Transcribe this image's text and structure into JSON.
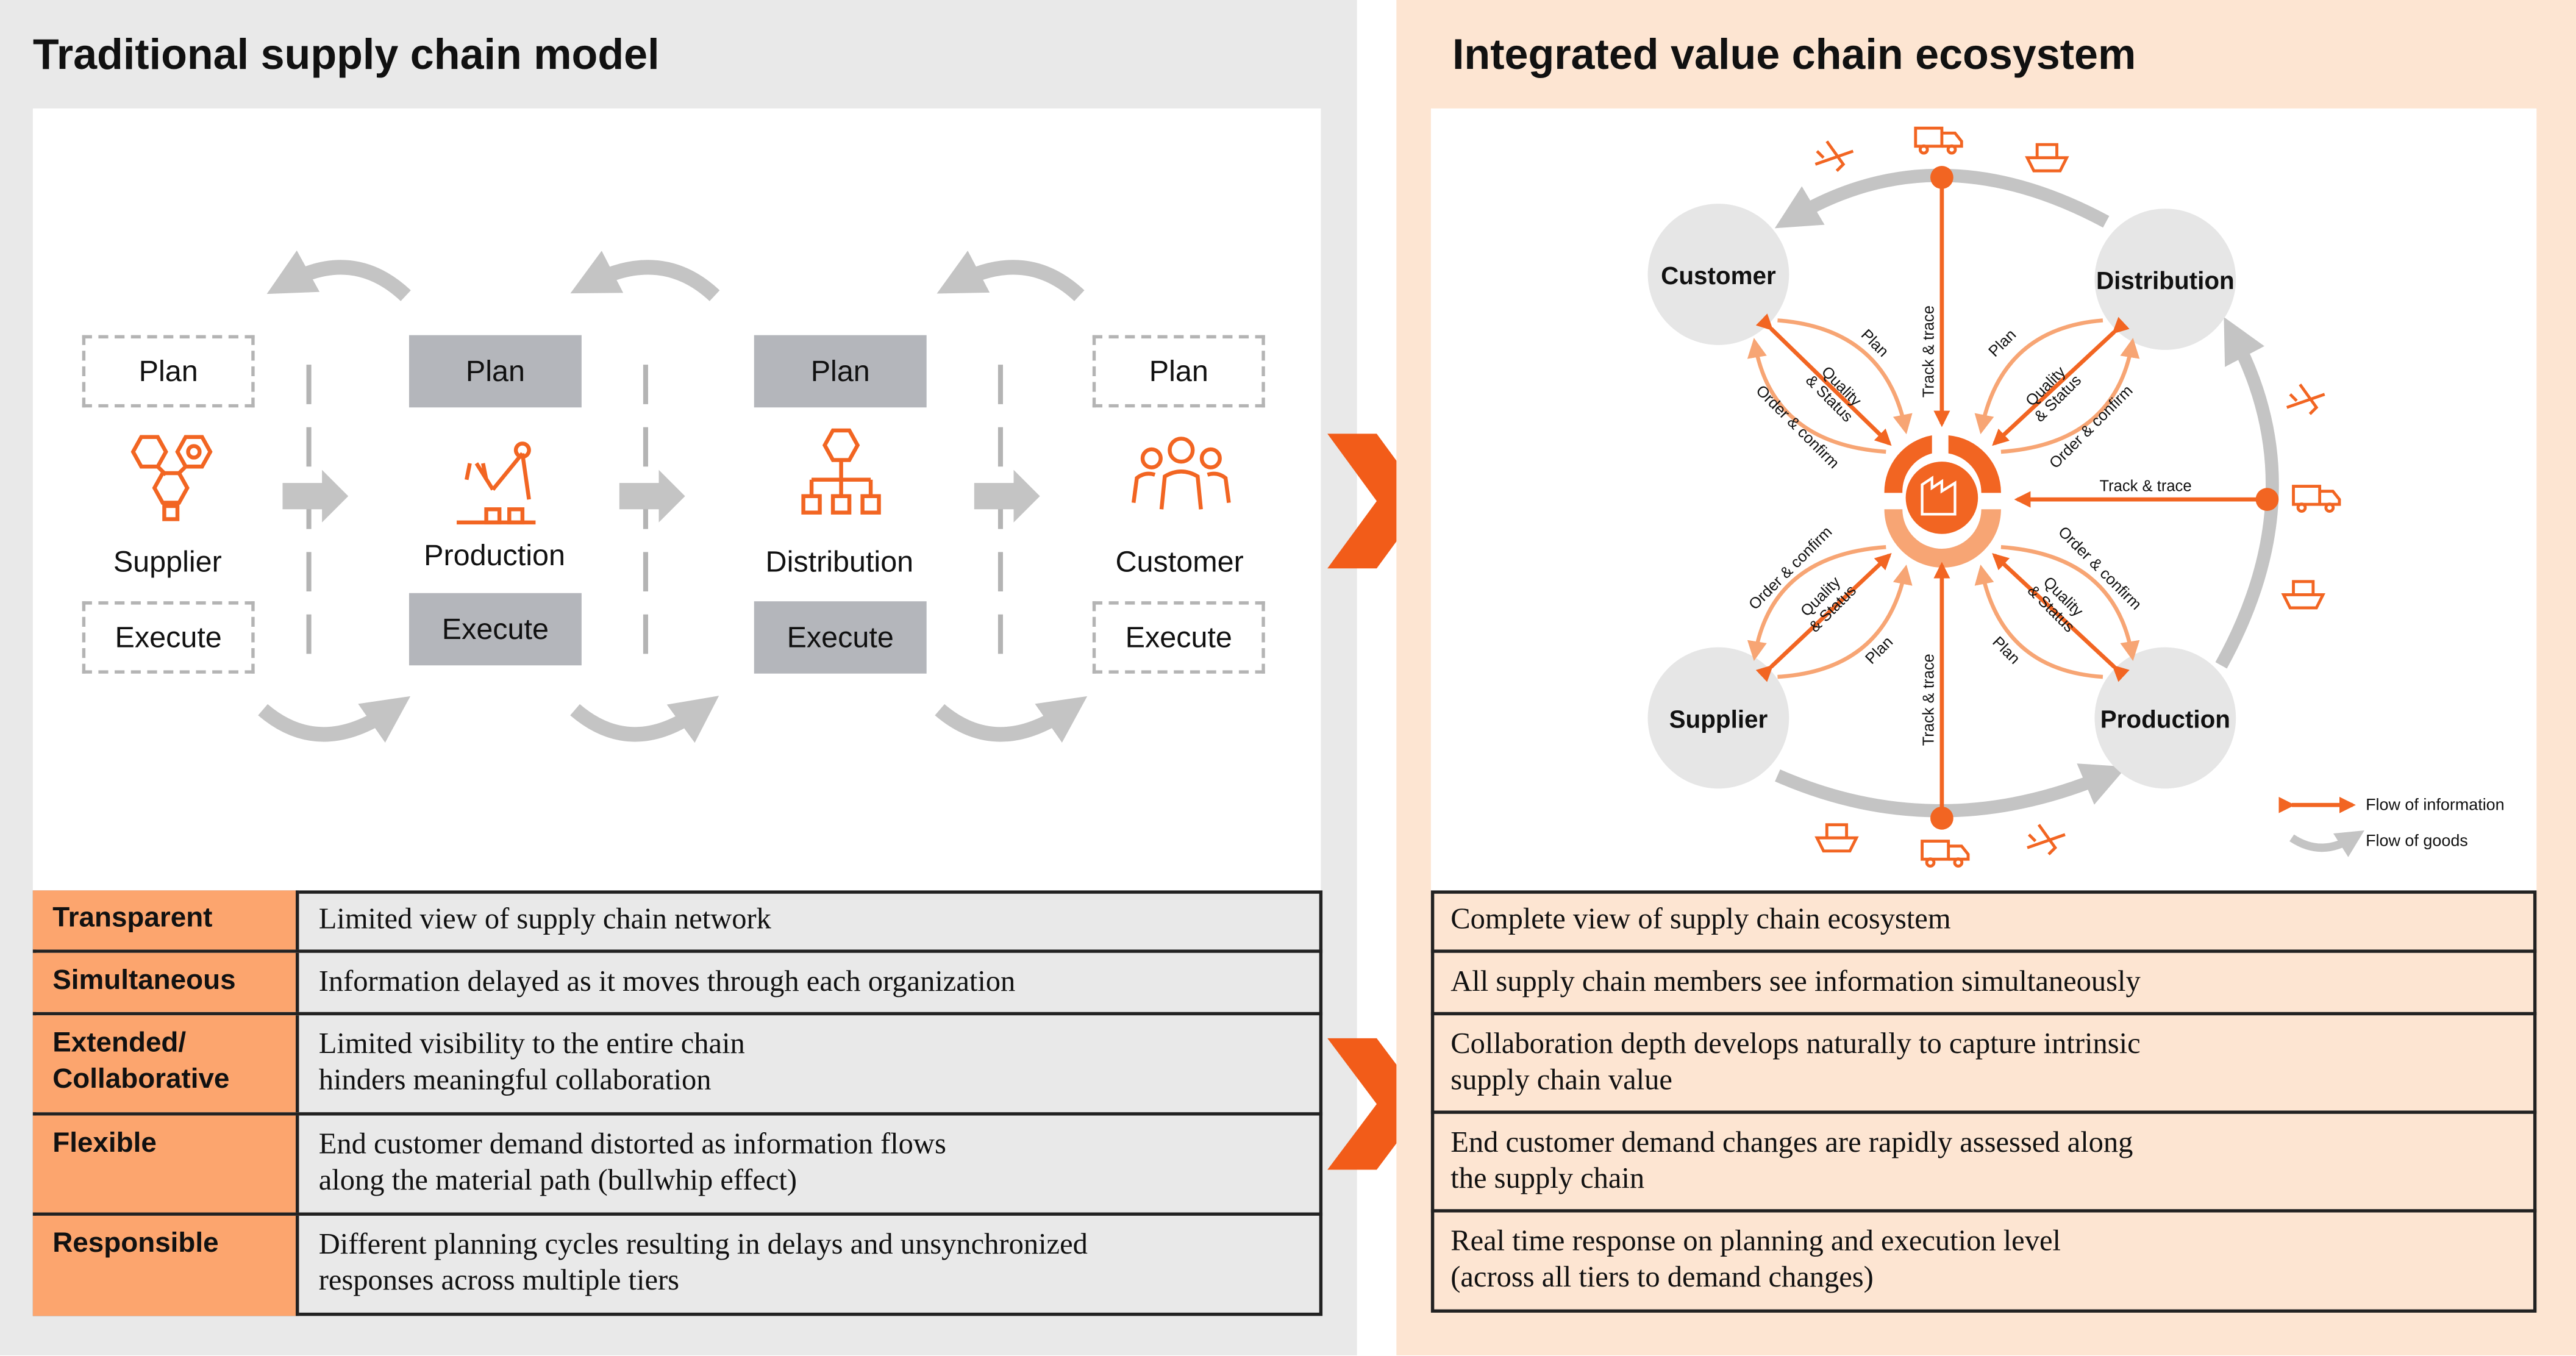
{
  "left": {
    "title": "Traditional supply chain model",
    "stages": [
      {
        "name": "Supplier",
        "plan": "Plan",
        "execute": "Execute",
        "icon": "supplier-icon",
        "style": "dashed"
      },
      {
        "name": "Production",
        "plan": "Plan",
        "execute": "Execute",
        "icon": "robot-arm-icon",
        "style": "solid"
      },
      {
        "name": "Distribution",
        "plan": "Plan",
        "execute": "Execute",
        "icon": "hierarchy-icon",
        "style": "solid"
      },
      {
        "name": "Customer",
        "plan": "Plan",
        "execute": "Execute",
        "icon": "people-icon",
        "style": "dashed"
      }
    ],
    "rows": [
      {
        "key": "Transparent",
        "value": "Limited view of supply chain network"
      },
      {
        "key": "Simultaneous",
        "value": "Information delayed as it moves through each organization"
      },
      {
        "key": "Extended/\nCollaborative",
        "value": "Limited visibility to the entire chain\nhinders meaningful collaboration"
      },
      {
        "key": "Flexible",
        "value": "End customer demand distorted as information flows\nalong the material path (bullwhip effect)"
      },
      {
        "key": "Responsible",
        "value": "Different planning cycles resulting in delays and unsynchronized\nresponses across multiple tiers"
      }
    ]
  },
  "right": {
    "title": "Integrated value chain ecosystem",
    "nodes": {
      "customer": "Customer",
      "distribution": "Distribution",
      "supplier": "Supplier",
      "production": "Production"
    },
    "flow_labels": {
      "track_trace": "Track & trace",
      "plan": "Plan",
      "quality_status": "Quality\n& Status",
      "order_confirm": "Order & confirm"
    },
    "legend": {
      "information": "Flow of information",
      "goods": "Flow of goods"
    },
    "rows": [
      "Complete view of supply chain ecosystem",
      "All supply chain members see information simultaneously",
      "Collaboration depth develops naturally to capture intrinsic\nsupply chain value",
      "End customer demand changes are rapidly assessed along\nthe supply chain",
      "Real time response on planning and execution level\n(across all tiers to demand changes)"
    ]
  },
  "colors": {
    "accent": "#f26522",
    "accent_light": "#f7a574",
    "key_fill": "#fca56e",
    "grey_arrow": "#c4c4c4",
    "solid_box": "#b4b6bb",
    "left_bg": "#e9e9e9",
    "right_bg": "#fde5d2"
  }
}
